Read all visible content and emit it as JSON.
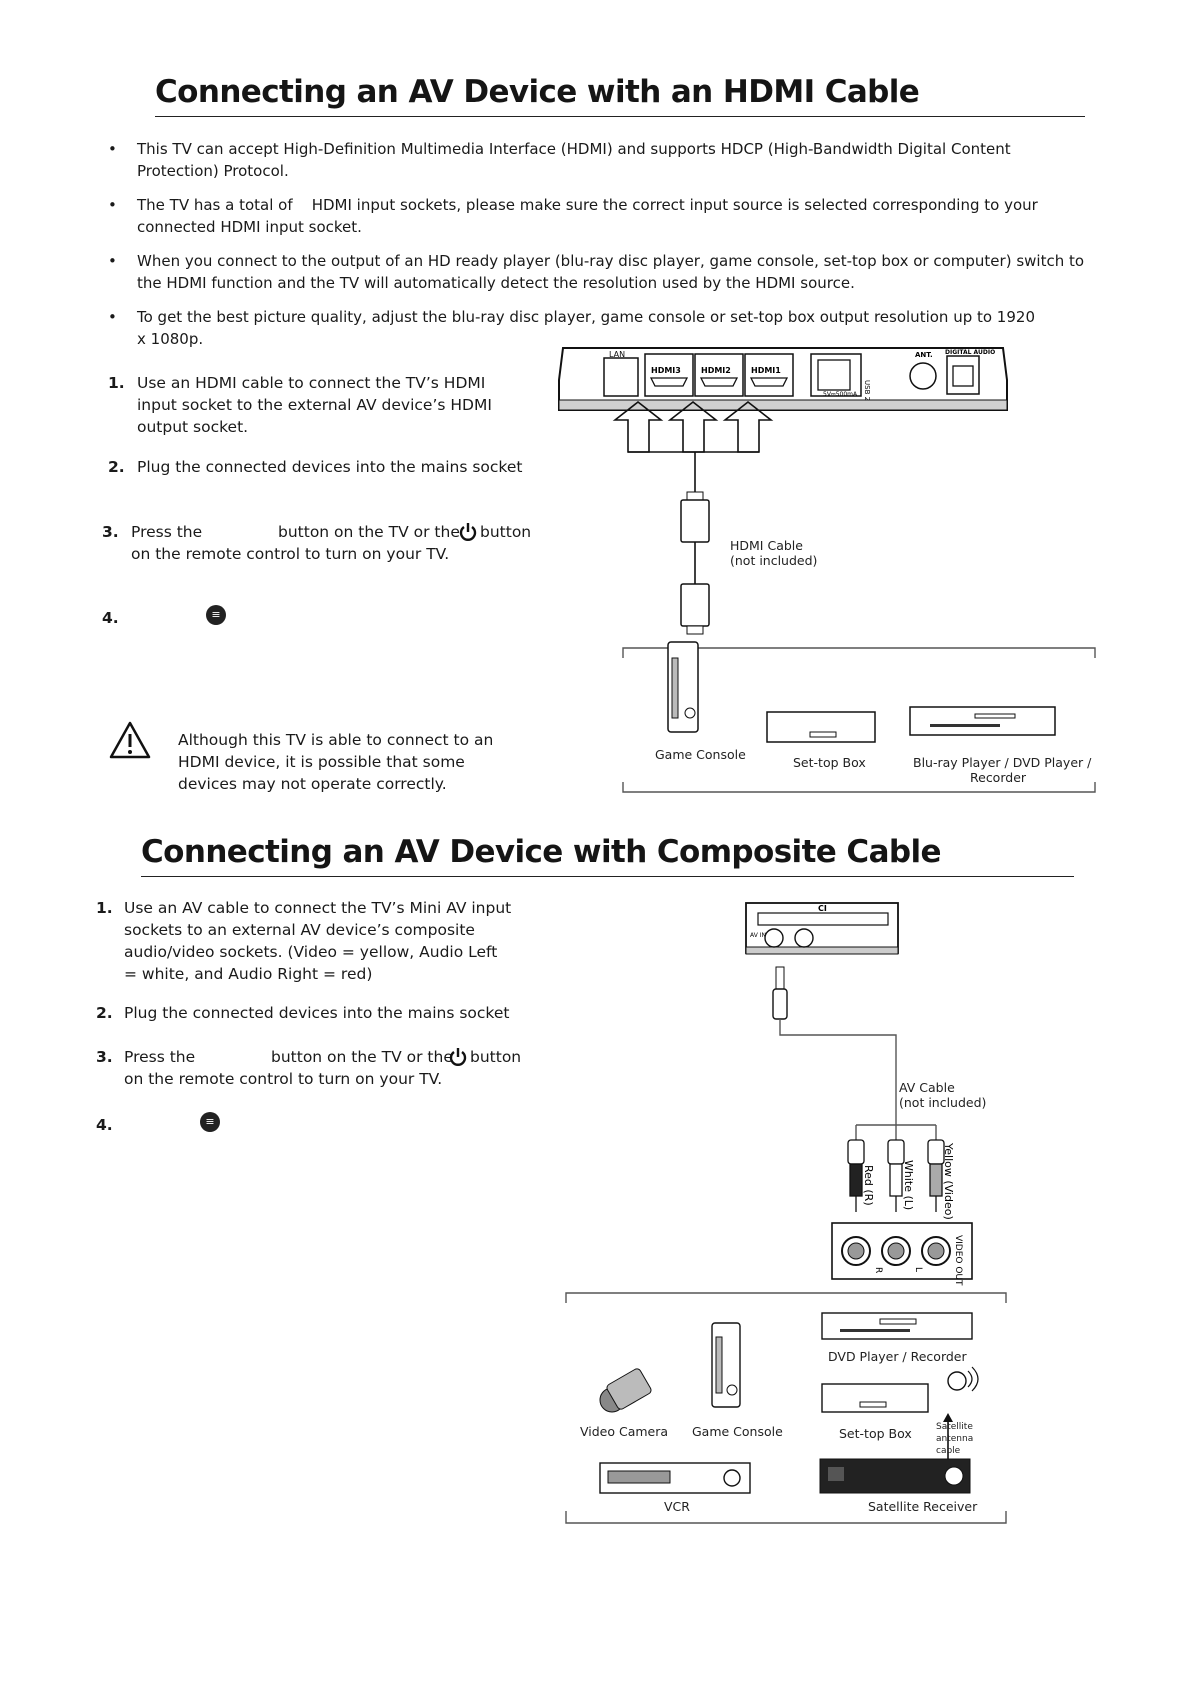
{
  "hdmi_section": {
    "title": "Connecting an AV Device with an HDMI Cable",
    "bullets": [
      "This TV can accept High-Definition Multimedia Interface (HDMI) and supports HDCP (High-Bandwidth Digital Content Protection) Protocol.",
      "The TV has a total of    HDMI input sockets, please make sure the correct input source is selected corresponding to your connected HDMI input socket.",
      "When you connect to the output of an HD ready player (blu-ray disc player, game console, set-top box or computer) switch to the HDMI function and the TV will automatically detect the resolution used by the HDMI source.",
      "To get the best picture quality, adjust the blu-ray disc player, game console or set-top box output resolution up to 1920 x 1080p."
    ],
    "steps": [
      {
        "num": "1.",
        "text": "Use an HDMI cable to connect the TV’s HDMI input socket to the external AV device’s HDMI output socket."
      },
      {
        "num": "2.",
        "text": "Plug the connected devices into the mains socket"
      },
      {
        "num": "3.",
        "text_a": "Press the",
        "text_b": "button on the TV or the",
        "text_c": "button",
        "text_d": "on the remote control to turn on your TV."
      },
      {
        "num": "4.",
        "icon": "menu-icon"
      }
    ],
    "warning": "Although this TV is able to connect to an HDMI device, it is possible that some devices may not operate correctly.",
    "diagram": {
      "panel_labels": [
        "LAN",
        "HDMI3",
        "HDMI2",
        "HDMI1",
        "USB 2",
        "ANT.",
        "DIGITAL AUDIO",
        "5V⎓500mA"
      ],
      "cable_label_1": "HDMI Cable",
      "cable_label_2": "(not included)",
      "devices": [
        "Game Console",
        "Set-top Box",
        "Blu-ray Player / DVD Player /",
        "Recorder"
      ]
    }
  },
  "composite_section": {
    "title": "Connecting an AV Device with Composite Cable",
    "steps": [
      {
        "num": "1.",
        "text": "Use an AV cable to connect the TV’s  Mini AV input sockets to an external AV device’s composite audio/video sockets. (Video = yellow, Audio Left = white, and Audio Right = red)"
      },
      {
        "num": "2.",
        "text": "Plug the connected devices into the mains socket"
      },
      {
        "num": "3.",
        "text_a": "Press the",
        "text_b": "button on the TV or the",
        "text_c": "button",
        "text_d": "on the remote control to turn on your TV."
      },
      {
        "num": "4.",
        "icon": "menu-icon"
      }
    ],
    "diagram": {
      "panel_labels": [
        "CI",
        "AV IN"
      ],
      "cable_label_1": "AV Cable",
      "cable_label_2": "(not included)",
      "plug_labels": [
        "Red (R)",
        "White (L)",
        "Yellow (Video)"
      ],
      "socket_labels": [
        "R",
        "L",
        "VIDEO OUT"
      ],
      "devices": [
        "DVD Player / Recorder",
        "Video Camera",
        "Game Console",
        "Set-top Box",
        "Satellite",
        "antenna",
        "cable",
        "VCR",
        "Satellite Receiver"
      ]
    }
  }
}
